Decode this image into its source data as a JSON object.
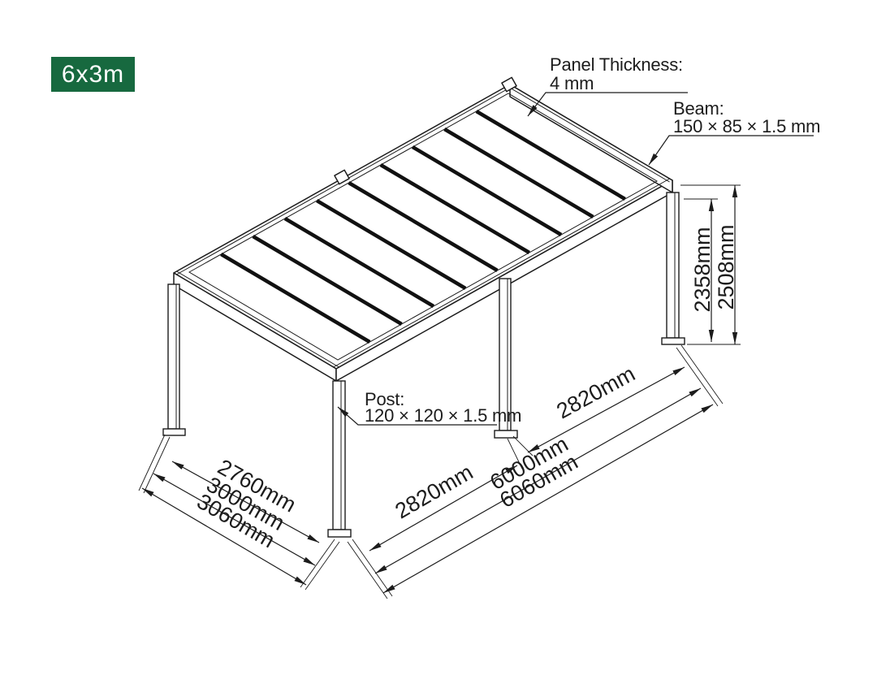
{
  "badge": {
    "label": "6x3m"
  },
  "colors": {
    "badge_bg": "#17693F",
    "badge_text": "#FFFFFF",
    "line": "#1C1C1C",
    "background": "#FFFFFF"
  },
  "annotations": {
    "panel": {
      "label": "Panel Thickness:",
      "value": "4 mm"
    },
    "beam": {
      "label": "Beam:",
      "value": "150 × 85 × 1.5 mm"
    },
    "post": {
      "label": "Post:",
      "value": "120 × 120 × 1.5 mm"
    }
  },
  "dimensions": {
    "width_clear": "2760mm",
    "width_frame": "3000mm",
    "width_overall": "3060mm",
    "front_bay": "2820mm",
    "side_bay": "2820mm",
    "length_frame": "6000mm",
    "length_overall": "6060mm",
    "height_clear": "2358mm",
    "height_overall": "2508mm"
  }
}
